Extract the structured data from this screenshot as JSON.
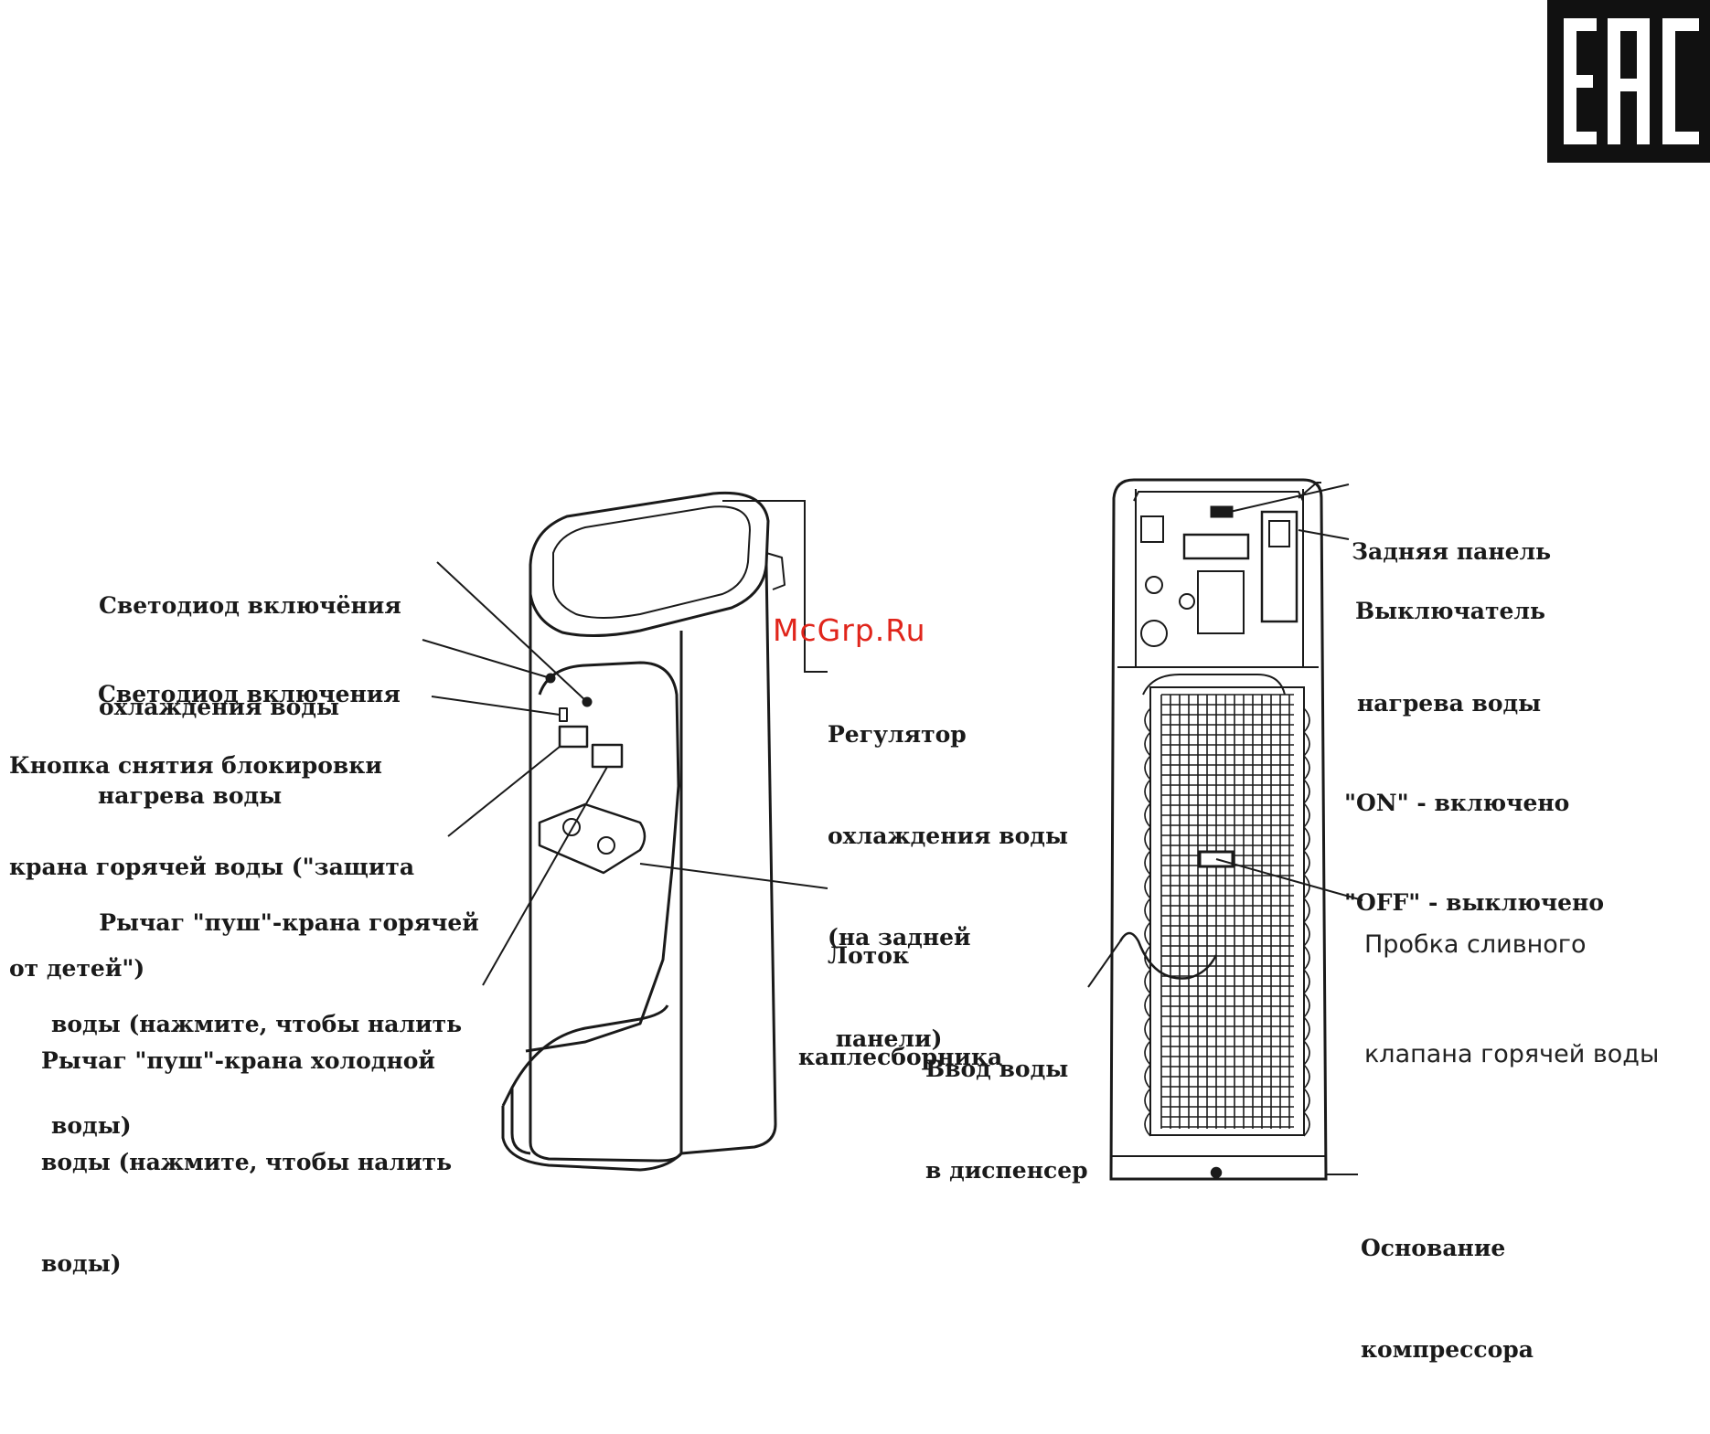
{
  "logo": {
    "text": "EAC"
  },
  "watermark": "McGrp.Ru",
  "colors": {
    "ink": "#1a1a1a",
    "watermark": "#e0251b",
    "logo_bg": "#111111"
  },
  "front_view": {
    "labels": [
      {
        "id": "cool_led",
        "lines": [
          "Светодиод включёния",
          "охлаждения воды"
        ]
      },
      {
        "id": "heat_led",
        "lines": [
          "Светодиод включения",
          "нагрева воды"
        ]
      },
      {
        "id": "child_lock",
        "lines": [
          "Кнопка снятия блокировки",
          "крана горячей воды (\"защита",
          "от детей\")"
        ]
      },
      {
        "id": "hot_lever",
        "lines": [
          "      Рычаг \"пуш\"-крана горячей",
          "воды (нажмите, чтобы налить",
          "воды)"
        ]
      },
      {
        "id": "cold_lever",
        "lines": [
          "Рычаг \"пуш\"-крана холодной",
          "воды (нажмите, чтобы налить",
          "воды)"
        ]
      },
      {
        "id": "cooling_reg",
        "lines": [
          "Регулятор",
          "охлаждения воды",
          "(на задней",
          " панели)"
        ]
      },
      {
        "id": "drip_tray",
        "lines": [
          "Лоток",
          "каплесборника"
        ]
      }
    ]
  },
  "back_view": {
    "labels": [
      {
        "id": "back_panel",
        "lines": [
          "Задняя панель"
        ]
      },
      {
        "id": "heat_switch",
        "lines": [
          "Выключатель",
          "нагрева воды",
          "\"ON\" - включено",
          "\"OFF\" - выключено"
        ]
      },
      {
        "id": "drain_plug",
        "lines": [
          "Пробка сливного",
          "клапана горячей воды"
        ]
      },
      {
        "id": "water_inlet",
        "lines": [
          "Ввод воды",
          "в диспенсер"
        ]
      },
      {
        "id": "compressor_base",
        "lines": [
          "Основание",
          "компрессора"
        ]
      }
    ]
  }
}
